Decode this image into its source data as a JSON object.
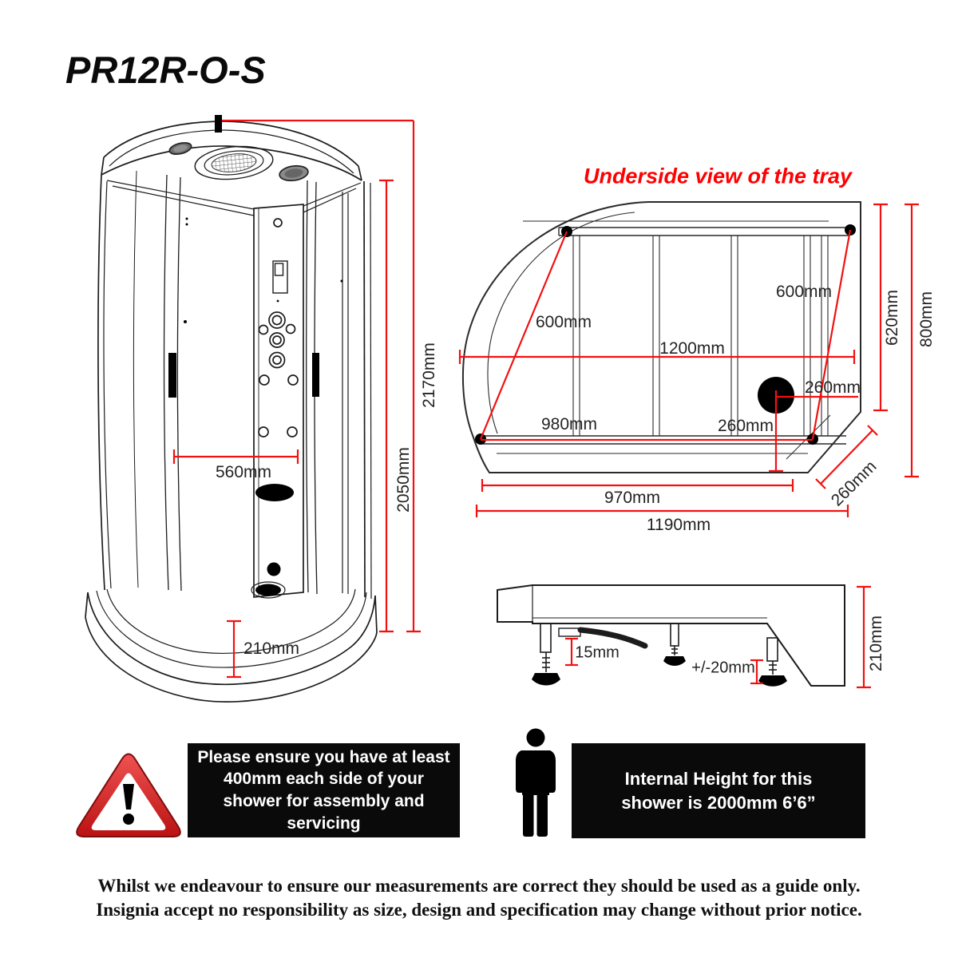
{
  "title": "PR12R-O-S",
  "colors": {
    "dimension_red": "#f21111",
    "heading_red": "#ff0000",
    "notice_bg": "#0a0a0a",
    "notice_text": "#ffffff",
    "warning_red": "#cf1f1f"
  },
  "underside_view": {
    "heading": "Underside view of the tray",
    "dimensions": {
      "diagonal_left": "600mm",
      "diagonal_right": "600mm",
      "internal_width": "1200mm",
      "batten_width": "980mm",
      "drain_from_right": "260mm",
      "drain_from_bottom": "260mm",
      "corner_chamfer": "260mm",
      "internal_depth": "620mm",
      "overall_depth": "800mm",
      "front_width": "970mm",
      "overall_width": "1190mm"
    }
  },
  "cabin_view": {
    "dimensions": {
      "overall_height": "2170mm",
      "cabin_height": "2050mm",
      "door_opening_width": "560mm",
      "tray_height": "210mm"
    }
  },
  "side_view": {
    "dimensions": {
      "panel_gap": "15mm",
      "leg_adjustment": "+/-20mm",
      "tray_height": "210mm"
    }
  },
  "notices": {
    "clearance": "Please ensure you have at least 400mm each side of your shower for assembly and servicing",
    "internal_height": "Internal Height for this shower is 2000mm 6’6”"
  },
  "footer": {
    "line1": "Whilst we endeavour to ensure our measurements are correct they should be used as a guide only.",
    "line2": "Insignia accept no responsibility as size, design and specification may change without prior notice."
  }
}
